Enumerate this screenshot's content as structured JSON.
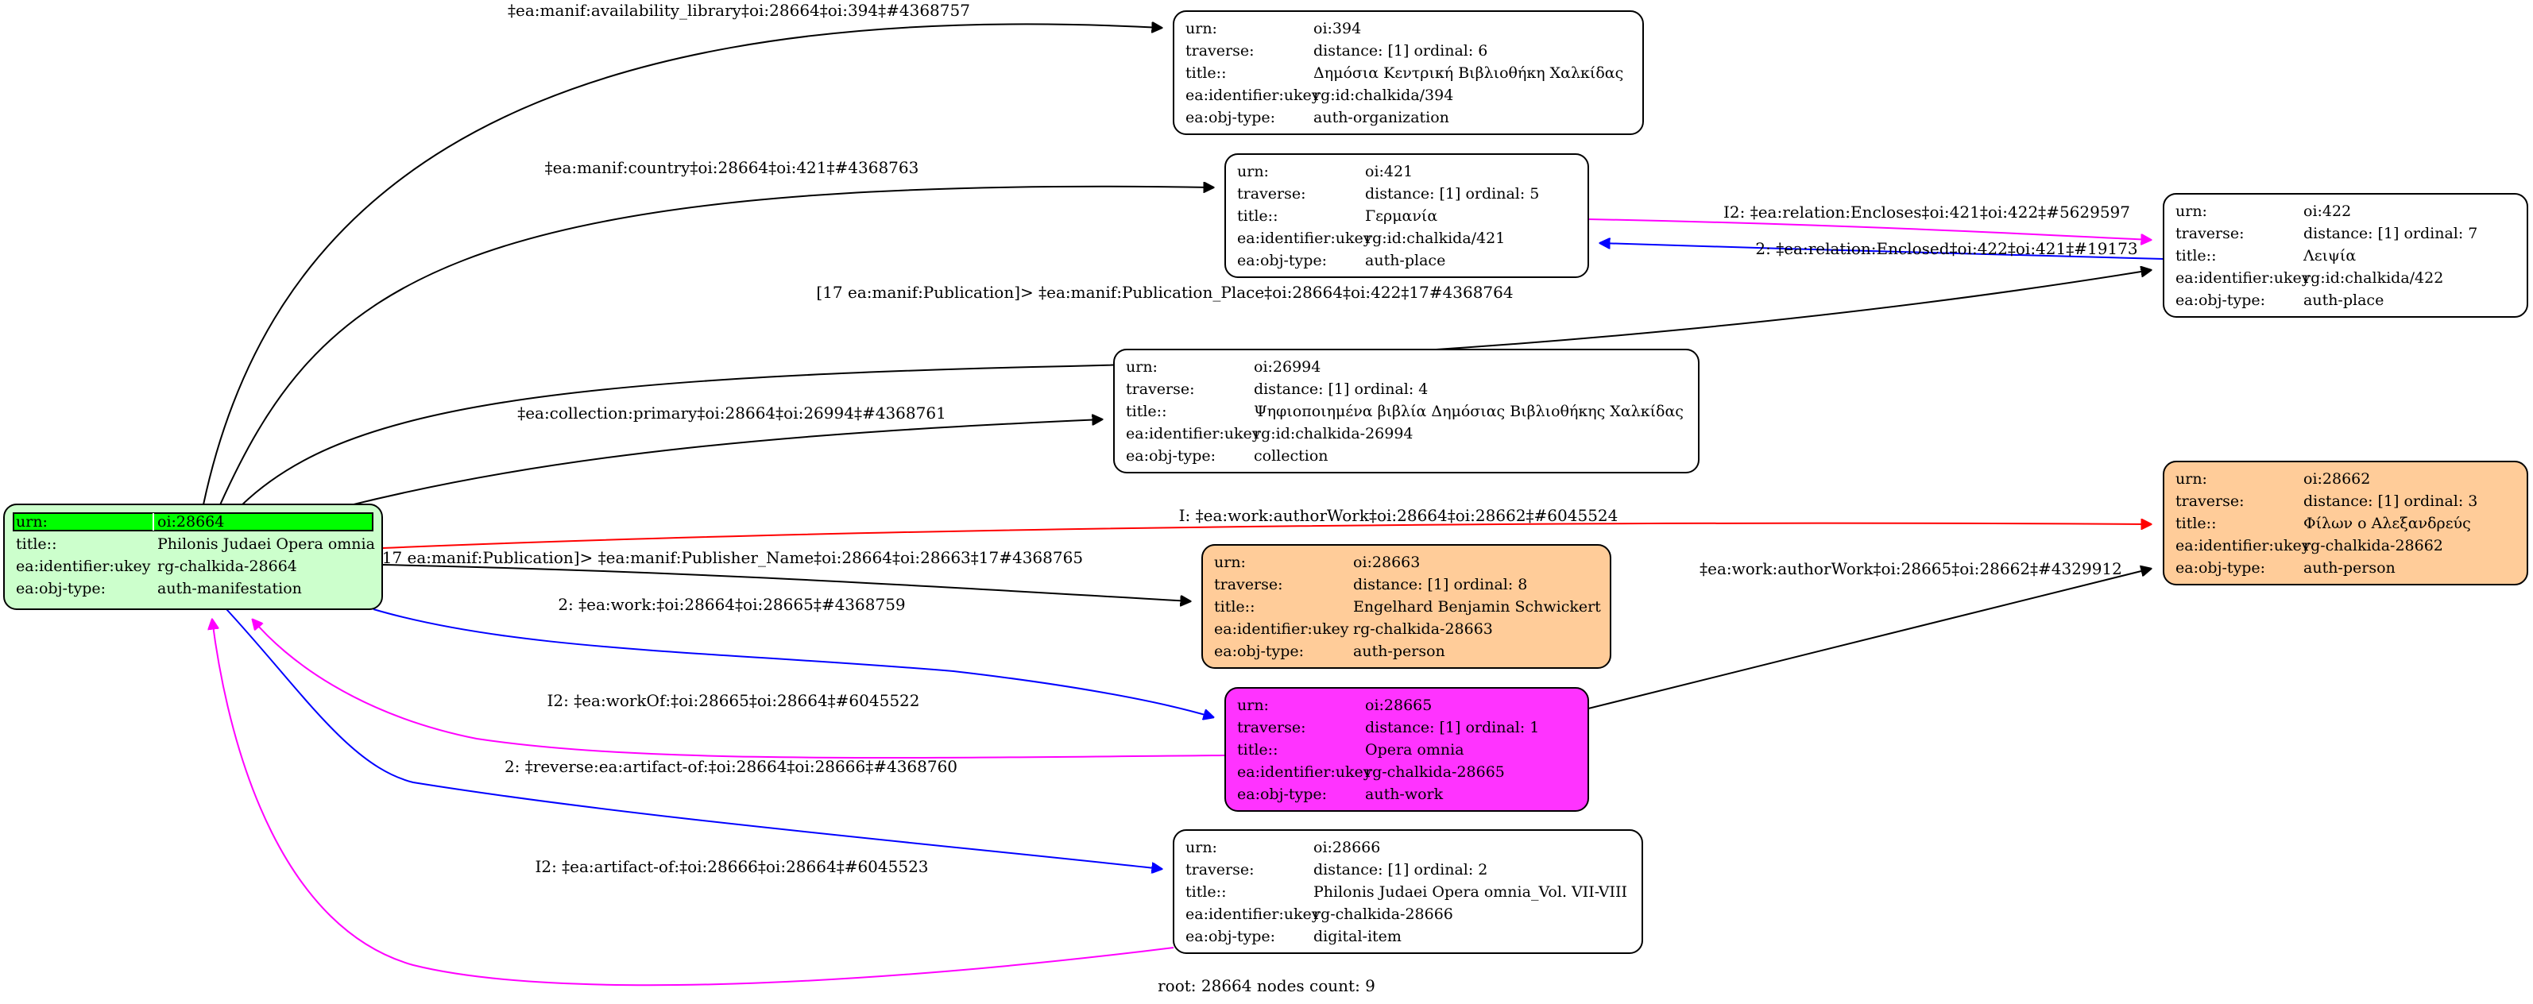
{
  "nodes": [
    {
      "id": "n28664",
      "fill": "#ccffcc",
      "header_fill": "#00ff00",
      "rows": [
        [
          "urn:",
          "oi:28664"
        ],
        [
          "title::",
          "Philonis Judaei Opera omnia"
        ],
        [
          "ea:identifier:ukey",
          "rg-chalkida-28664"
        ],
        [
          "ea:obj-type:",
          "auth-manifestation"
        ]
      ]
    },
    {
      "id": "n394",
      "fill": "#ffffff",
      "rows": [
        [
          "urn:",
          "oi:394"
        ],
        [
          "traverse:",
          "distance: [1]     ordinal: 6"
        ],
        [
          "title::",
          "Δημόσια Κεντρική Βιβλιοθήκη Χαλκίδας"
        ],
        [
          "ea:identifier:ukey",
          "rg:id:chalkida/394"
        ],
        [
          "ea:obj-type:",
          "auth-organization"
        ]
      ]
    },
    {
      "id": "n421",
      "fill": "#ffffff",
      "rows": [
        [
          "urn:",
          "oi:421"
        ],
        [
          "traverse:",
          "distance: [1]     ordinal: 5"
        ],
        [
          "title::",
          "Γερμανία"
        ],
        [
          "ea:identifier:ukey",
          "rg:id:chalkida/421"
        ],
        [
          "ea:obj-type:",
          "auth-place"
        ]
      ]
    },
    {
      "id": "n422",
      "fill": "#ffffff",
      "rows": [
        [
          "urn:",
          "oi:422"
        ],
        [
          "traverse:",
          "distance: [1]     ordinal: 7"
        ],
        [
          "title::",
          "Λειψία"
        ],
        [
          "ea:identifier:ukey",
          "rg:id:chalkida/422"
        ],
        [
          "ea:obj-type:",
          "auth-place"
        ]
      ]
    },
    {
      "id": "n26994",
      "fill": "#ffffff",
      "rows": [
        [
          "urn:",
          "oi:26994"
        ],
        [
          "traverse:",
          "distance: [1]     ordinal: 4"
        ],
        [
          "title::",
          "Ψηφιοποιημένα βιβλία Δημόσιας Βιβλιοθήκης Χαλκίδας"
        ],
        [
          "ea:identifier:ukey",
          "rg:id:chalkida-26994"
        ],
        [
          "ea:obj-type:",
          "collection"
        ]
      ]
    },
    {
      "id": "n28662",
      "fill": "#ffcc99",
      "rows": [
        [
          "urn:",
          "oi:28662"
        ],
        [
          "traverse:",
          "distance: [1]     ordinal: 3"
        ],
        [
          "title::",
          "Φίλων ο Αλεξανδρεύς"
        ],
        [
          "ea:identifier:ukey",
          "rg-chalkida-28662"
        ],
        [
          "ea:obj-type:",
          "auth-person"
        ]
      ]
    },
    {
      "id": "n28663",
      "fill": "#ffcc99",
      "rows": [
        [
          "urn:",
          "oi:28663"
        ],
        [
          "traverse:",
          "distance: [1]     ordinal: 8"
        ],
        [
          "title::",
          "Engelhard Benjamin Schwickert"
        ],
        [
          "ea:identifier:ukey",
          "rg-chalkida-28663"
        ],
        [
          "ea:obj-type:",
          "auth-person"
        ]
      ]
    },
    {
      "id": "n28665",
      "fill": "#ff33ff",
      "rows": [
        [
          "urn:",
          "oi:28665"
        ],
        [
          "traverse:",
          "distance: [1]     ordinal: 1"
        ],
        [
          "title::",
          "Opera omnia"
        ],
        [
          "ea:identifier:ukey",
          "rg-chalkida-28665"
        ],
        [
          "ea:obj-type:",
          "auth-work"
        ]
      ]
    },
    {
      "id": "n28666",
      "fill": "#ffffff",
      "rows": [
        [
          "urn:",
          "oi:28666"
        ],
        [
          "traverse:",
          "distance: [1]     ordinal: 2"
        ],
        [
          "title::",
          "Philonis Judaei Opera omnia_Vol. VII-VIII"
        ],
        [
          "ea:identifier:ukey",
          "rg-chalkida-28666"
        ],
        [
          "ea:obj-type:",
          "digital-item"
        ]
      ]
    }
  ],
  "edges": [
    {
      "id": "e1",
      "from": "n28664",
      "to": "n394",
      "color": "#000000",
      "label": "‡ea:manif:availability_library‡oi:28664‡oi:394‡#4368757"
    },
    {
      "id": "e2",
      "from": "n28664",
      "to": "n421",
      "color": "#000000",
      "label": "‡ea:manif:country‡oi:28664‡oi:421‡#4368763"
    },
    {
      "id": "e3",
      "from": "n421",
      "to": "n422",
      "color": "#ff00ff",
      "label": "I2: ‡ea:relation:Encloses‡oi:421‡oi:422‡#5629597"
    },
    {
      "id": "e4",
      "from": "n422",
      "to": "n421",
      "color": "#0000ff",
      "label": "2: ‡ea:relation:Enclosed‡oi:422‡oi:421‡#19173"
    },
    {
      "id": "e5",
      "from": "n28664",
      "to": "n422",
      "color": "#000000",
      "label": "[17 ea:manif:Publication]> ‡ea:manif:Publication_Place‡oi:28664‡oi:422‡17#4368764"
    },
    {
      "id": "e6",
      "from": "n28664",
      "to": "n26994",
      "color": "#000000",
      "label": "‡ea:collection:primary‡oi:28664‡oi:26994‡#4368761"
    },
    {
      "id": "e7",
      "from": "n28664",
      "to": "n28662",
      "color": "#ff0000",
      "label": "I: ‡ea:work:authorWork‡oi:28664‡oi:28662‡#6045524"
    },
    {
      "id": "e8",
      "from": "n28664",
      "to": "n28663",
      "color": "#000000",
      "label": "[17 ea:manif:Publication]> ‡ea:manif:Publisher_Name‡oi:28664‡oi:28663‡17#4368765"
    },
    {
      "id": "e9",
      "from": "n28665",
      "to": "n28662",
      "color": "#000000",
      "label": "‡ea:work:authorWork‡oi:28665‡oi:28662‡#4329912"
    },
    {
      "id": "e10",
      "from": "n28664",
      "to": "n28665",
      "color": "#0000ff",
      "label": "2: ‡ea:work:‡oi:28664‡oi:28665‡#4368759"
    },
    {
      "id": "e11",
      "from": "n28665",
      "to": "n28664",
      "color": "#ff00ff",
      "label": "I2: ‡ea:workOf:‡oi:28665‡oi:28664‡#6045522"
    },
    {
      "id": "e12",
      "from": "n28664",
      "to": "n28666",
      "color": "#0000ff",
      "label": "2: ‡reverse:ea:artifact-of:‡oi:28664‡oi:28666‡#4368760"
    },
    {
      "id": "e13",
      "from": "n28666",
      "to": "n28664",
      "color": "#ff00ff",
      "label": "I2: ‡ea:artifact-of:‡oi:28666‡oi:28664‡#6045523"
    }
  ],
  "caption": "root: 28664 nodes count: 9"
}
